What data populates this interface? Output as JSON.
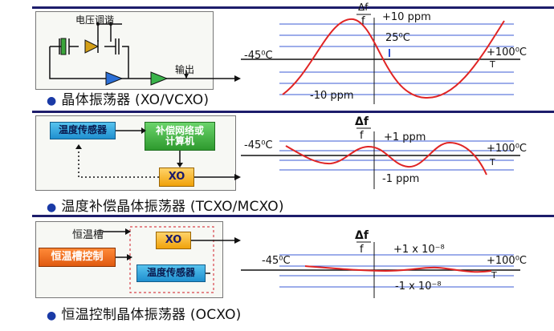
{
  "panels": [
    {
      "caption": "晶体振荡器 (XO/VCXO)",
      "circuit_label_voltage": "电压调谐",
      "circuit_label_output": "输出",
      "graph": {
        "dfdf_num": "Δf",
        "dfdf_den": "f",
        "upper": "+10 ppm",
        "lower": "-10 ppm",
        "left": "-45⁰C",
        "right": "+100⁰C",
        "mid": "25⁰C",
        "t": "T"
      }
    },
    {
      "caption": "温度补偿晶体振荡器 (TCXO/MCXO)",
      "sensor": "温度传感器",
      "comp_line1": "补偿网络或",
      "comp_line2": "计算机",
      "xo": "XO",
      "graph": {
        "dfdf_num": "Δf",
        "dfdf_den": "f",
        "upper": "+1 ppm",
        "lower": "-1 ppm",
        "left": "-45⁰C",
        "right": "+100⁰C",
        "t": "T"
      }
    },
    {
      "caption": "恒温控制晶体振荡器 (OCXO)",
      "oven_label": "恒温槽",
      "oven_ctrl": "恒温槽控制",
      "xo": "XO",
      "sensor": "温度传感器",
      "graph": {
        "dfdf_num": "Δf",
        "dfdf_den": "f",
        "upper": "+1 x 10⁻⁸",
        "lower": "-1 x 10⁻⁸",
        "left": "-45⁰C",
        "right": "+100⁰C",
        "t": "T"
      }
    }
  ],
  "colors": {
    "curve": "#e02424",
    "grid": "#3b5bd6",
    "border": "#1d1d6b"
  }
}
